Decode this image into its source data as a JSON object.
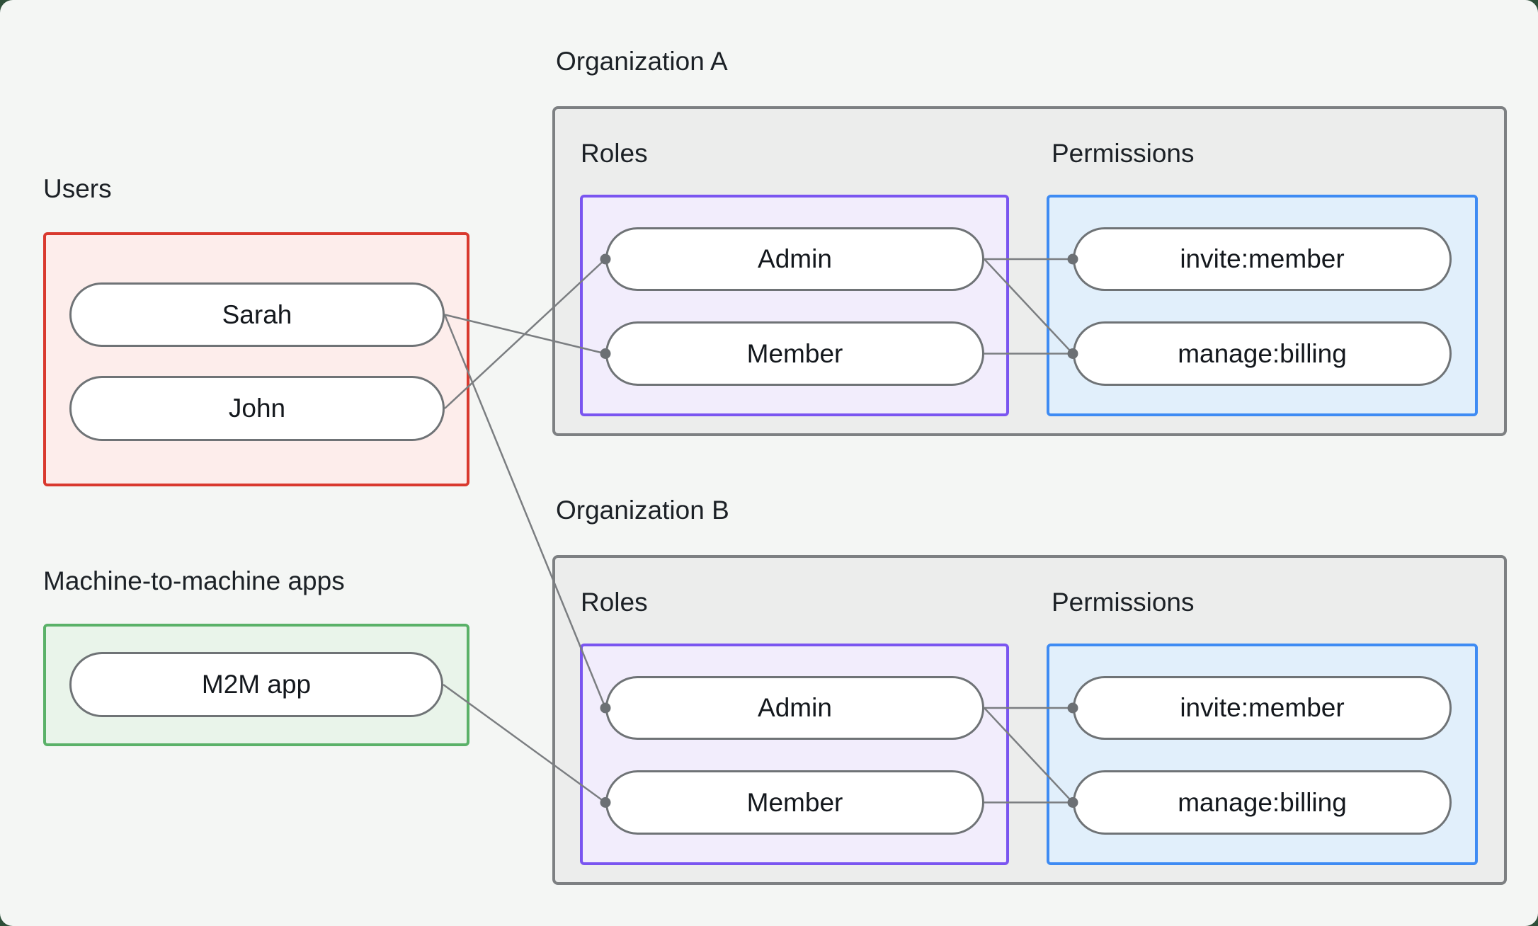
{
  "users_section": {
    "label": "Users",
    "items": [
      {
        "label": "Sarah"
      },
      {
        "label": "John"
      }
    ]
  },
  "m2m_section": {
    "label": "Machine-to-machine apps",
    "items": [
      {
        "label": "M2M app"
      }
    ]
  },
  "organizations": [
    {
      "label": "Organization A",
      "roles_label": "Roles",
      "permissions_label": "Permissions",
      "roles": [
        "Admin",
        "Member"
      ],
      "permissions": [
        "invite:member",
        "manage:billing"
      ]
    },
    {
      "label": "Organization B",
      "roles_label": "Roles",
      "permissions_label": "Permissions",
      "roles": [
        "Admin",
        "Member"
      ],
      "permissions": [
        "invite:member",
        "manage:billing"
      ]
    }
  ],
  "connections": [
    {
      "from": "Sarah",
      "to": "Organization A / Member"
    },
    {
      "from": "John",
      "to": "Organization A / Admin"
    },
    {
      "from": "Sarah",
      "to": "Organization B / Admin"
    },
    {
      "from": "M2M app",
      "to": "Organization B / Member"
    },
    {
      "from": "Organization A / Admin",
      "to": "Organization A / invite:member"
    },
    {
      "from": "Organization A / Admin",
      "to": "Organization A / manage:billing"
    },
    {
      "from": "Organization A / Member",
      "to": "Organization A / manage:billing"
    },
    {
      "from": "Organization B / Admin",
      "to": "Organization B / invite:member"
    },
    {
      "from": "Organization B / Admin",
      "to": "Organization B / manage:billing"
    },
    {
      "from": "Organization B / Member",
      "to": "Organization B / manage:billing"
    }
  ],
  "colors": {
    "background": "#f4f6f4",
    "outer_corner": "#2e4f39",
    "users_border": "#d9392e",
    "users_fill": "#fdedeb",
    "m2m_border": "#5ab168",
    "m2m_fill": "#e9f4ea",
    "org_border": "#7d8082",
    "org_fill": "#ecedec",
    "roles_border": "#7a55f0",
    "roles_fill": "#f2edfc",
    "permissions_border": "#3e8bf3",
    "permissions_fill": "#e1effb",
    "pill_border": "#6f7376",
    "connector": "#7b7e81",
    "text": "#1c2126"
  }
}
